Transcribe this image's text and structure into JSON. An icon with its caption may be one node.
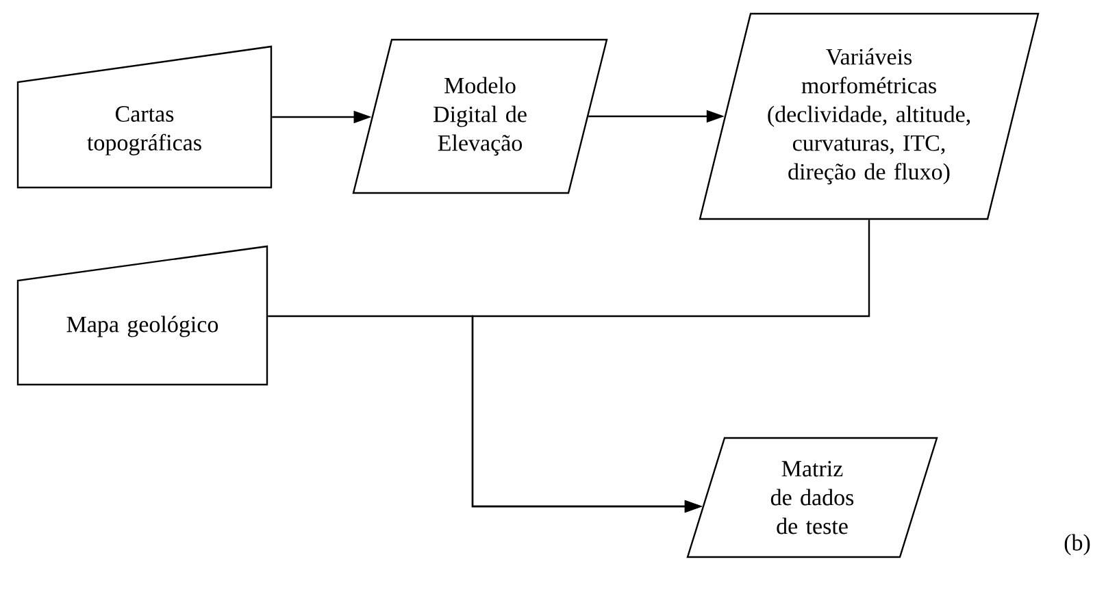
{
  "diagram": {
    "nodes": [
      {
        "text": [
          "Cartas topográficas"
        ]
      },
      {
        "text": [
          "Modelo Digital de Elevação"
        ]
      },
      {
        "text": [
          "Variáveis morfométricas (declividade, altitude, curvaturas, ITC, direção de fluxo)"
        ]
      },
      {
        "text": [
          "Mapa geológico"
        ]
      },
      {
        "text": [
          "Matriz de dados de teste"
        ]
      }
    ],
    "edges": [
      {
        "from": 0,
        "to": 1,
        "arrow": "to"
      },
      {
        "from": 1,
        "to": 2,
        "arrow": "to"
      },
      {
        "from": 2,
        "to": 4,
        "arrow": "to"
      },
      {
        "from": 3,
        "to": 4,
        "arrow": "to"
      }
    ],
    "labels": [
      "(b)"
    ]
  }
}
